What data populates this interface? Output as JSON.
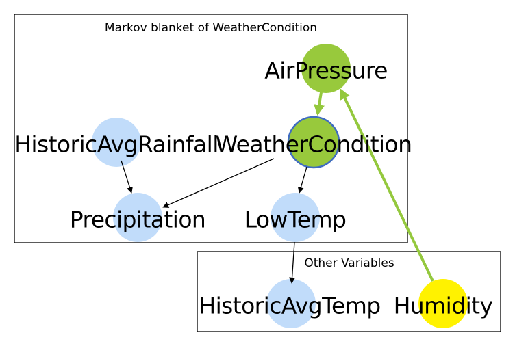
{
  "colors": {
    "node_default": "#c1dcfa",
    "node_green": "#98c93c",
    "node_target_stroke": "#3f6cc0",
    "node_yellow": "#fff200",
    "edge_green": "#94c83d",
    "edge_black": "#000000"
  },
  "groups": {
    "markov": {
      "label": "Markov blanket of WeatherCondition"
    },
    "other": {
      "label": "Other Variables"
    }
  },
  "nodes": {
    "air_pressure": {
      "label": "AirPressure"
    },
    "historic_avg_rainfall": {
      "label": "HistoricAvgRainfall"
    },
    "weather_condition": {
      "label": "WeatherCondition"
    },
    "precipitation": {
      "label": "Precipitation"
    },
    "low_temp": {
      "label": "LowTemp"
    },
    "historic_avg_temp": {
      "label": "HistoricAvgTemp"
    },
    "humidity": {
      "label": "Humidity"
    }
  },
  "edges": [
    {
      "from": "historic_avg_rainfall",
      "to": "precipitation",
      "style": "black"
    },
    {
      "from": "weather_condition",
      "to": "precipitation",
      "style": "black"
    },
    {
      "from": "weather_condition",
      "to": "low_temp",
      "style": "black"
    },
    {
      "from": "low_temp",
      "to": "historic_avg_temp",
      "style": "black"
    },
    {
      "from": "air_pressure",
      "to": "weather_condition",
      "style": "green"
    },
    {
      "from": "humidity",
      "to": "air_pressure",
      "style": "green"
    }
  ]
}
